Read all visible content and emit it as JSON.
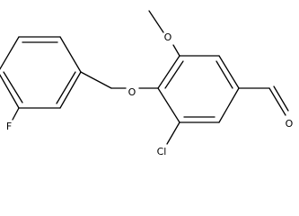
{
  "structure": {
    "atoms": {
      "fluorine": "F",
      "ether_oxygen": "O",
      "methoxy_oxygen": "O",
      "chlorine": "Cl",
      "aldehyde_oxygen": "O"
    }
  },
  "colors": {
    "background": "#ffffff",
    "ink": "#000000"
  }
}
